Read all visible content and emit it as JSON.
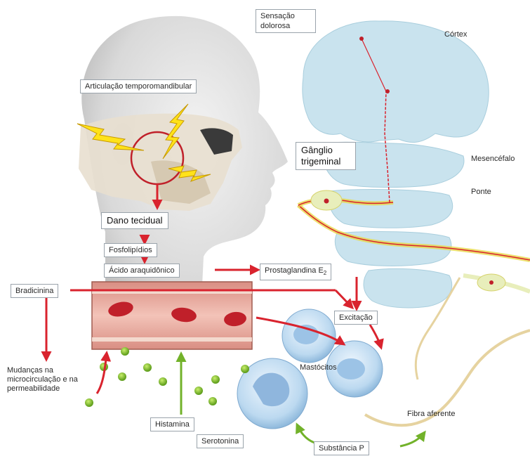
{
  "labels": {
    "sensacao_dolorosa": [
      "Sensação",
      "dolorosa"
    ],
    "cortex": "Córtex",
    "articulacao": "Articulação temporomandibular",
    "ganglio": [
      "Gânglio",
      "trigeminal"
    ],
    "mesencefalo": "Mesencéfalo",
    "ponte": "Ponte",
    "dano_tecidual": "Dano tecidual",
    "fosfolipidios": "Fosfolipídios",
    "acido": "Ácido araquidônico",
    "prostaglandina": "Prostaglandina E",
    "prostaglandina_sub": "2",
    "bradicinina": "Bradicinina",
    "excitacao": "Excitação",
    "mudancas": [
      "Mudanças na",
      "microcirculação e na",
      "permeabilidade"
    ],
    "mastocitos": "Mastócitos",
    "fibra_aferente": "Fibra aferente",
    "histamina": "Histamina",
    "serotonina": "Serotonina",
    "substancia_p": "Substância P"
  },
  "colors": {
    "arrow_red": "#d9232e",
    "arrow_green": "#72b22a",
    "brain_blue": "#c9e3ee",
    "nerve_yellow": "#e8d84a",
    "vessel_pink": "#e9a79b",
    "rbc_red": "#c0202a",
    "granule_green": "#8cc63f",
    "mast_blue": "#bcd9f0",
    "skin": "#e3e3e3"
  }
}
